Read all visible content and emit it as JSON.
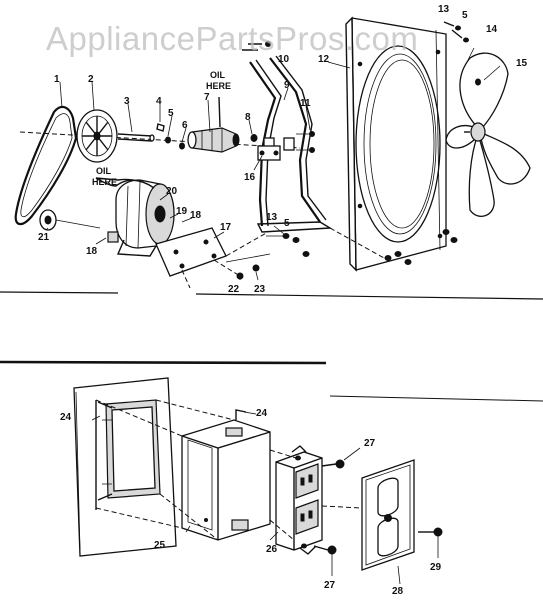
{
  "watermark": "AppliancePartsPros.com",
  "labels": {
    "oil_here_top": [
      "OIL",
      "HERE"
    ],
    "oil_here_pulley": [
      "OIL",
      "HERE"
    ]
  },
  "part_numbers": {
    "p1": "1",
    "p2": "2",
    "p3": "3",
    "p4": "4",
    "p5a": "5",
    "p6": "6",
    "p7": "7",
    "p8": "8",
    "p9": "9",
    "p10": "10",
    "p11": "11",
    "p12": "12",
    "p13a": "13",
    "p5b": "5",
    "p14": "14",
    "p15": "15",
    "p16": "16",
    "p17": "17",
    "p18a": "18",
    "p18b": "18",
    "p19": "19",
    "p20": "20",
    "p21": "21",
    "p22": "22",
    "p23": "23",
    "p13b": "13",
    "p5c": "5",
    "p24a": "24",
    "p24b": "24",
    "p25": "25",
    "p26": "26",
    "p27a": "27",
    "p27b": "27",
    "p28": "28",
    "p29": "29"
  }
}
